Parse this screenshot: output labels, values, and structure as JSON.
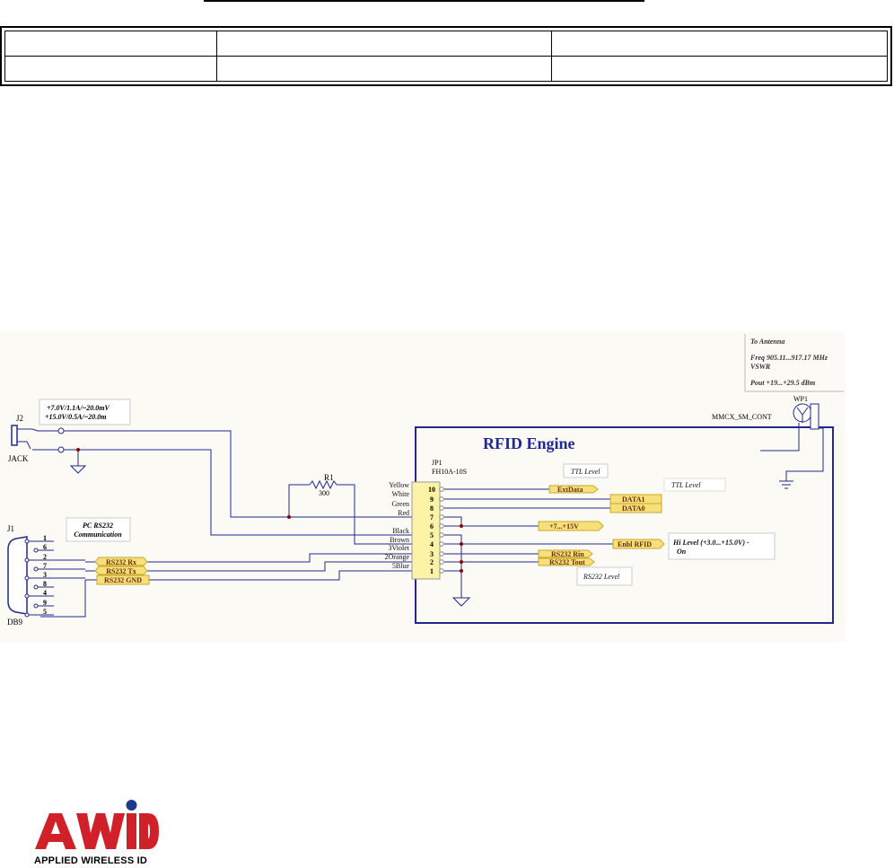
{
  "schematic": {
    "jack": {
      "ref": "J2",
      "name": "JACK"
    },
    "power_note": [
      "+7.0V/1.1A/~20.0mV",
      "+15.0V/0.5A/~20.0m"
    ],
    "resistor": {
      "ref": "R1",
      "value": "300"
    },
    "db9": {
      "ref": "J1",
      "name": "DB9",
      "pins": [
        "1",
        "6",
        "2",
        "7",
        "3",
        "8",
        "4",
        "9",
        "5"
      ]
    },
    "pc_note": [
      "PC RS232",
      "Communication"
    ],
    "db9_nets": [
      "RS232 Rx",
      "RS232 Tx",
      "RS232 GND"
    ],
    "engine_title": "RFID Engine",
    "connector": {
      "ref": "JP1",
      "part": "FH10A-10S",
      "pins": [
        "10",
        "9",
        "8",
        "7",
        "6",
        "5",
        "4",
        "3",
        "2",
        "1"
      ]
    },
    "wire_colors": [
      "Yellow",
      "White",
      "Green",
      "Red",
      "Black",
      "Brown",
      "3Violet",
      "2Orange",
      "5Blue"
    ],
    "output_nets": [
      "ExtData",
      "DATA1",
      "DATA0",
      "+7...+15V",
      "Enbl RFID",
      "RS232 Rin",
      "RS232 Tout"
    ],
    "ttl_level_1": "TTL Level",
    "ttl_level_2": "TTL Level",
    "rs232_level": "RS232 Level",
    "hi_level": [
      "Hi Level (+3.0...+15.0V) -",
      "On"
    ],
    "antenna_note": [
      "To Antenna",
      "Freq 905.11...917.17 MHz",
      "VSWR",
      "Pout +19...+29.5 dBm"
    ],
    "antenna_conn": {
      "ref": "WP1",
      "part": "MMCX_SM_CONT"
    }
  },
  "logo": {
    "text": "AWID",
    "subtitle": "APPLIED WIRELESS ID",
    "brand_color": "#d0202a"
  },
  "colors": {
    "wire": "#1f2a8c",
    "net_label": "#f5e07a",
    "net_label_text": "#6b2c10",
    "pin_red": "#8b0000",
    "background": "#fbfaf4"
  }
}
